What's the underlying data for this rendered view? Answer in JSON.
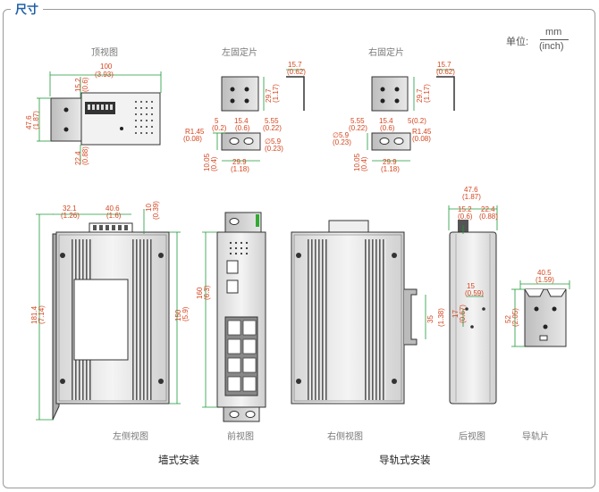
{
  "section_title": "尺寸",
  "unit": {
    "label": "单位:",
    "primary": "mm",
    "secondary": "(inch)"
  },
  "view_labels": {
    "top": "顶视图",
    "left_bracket": "左固定片",
    "right_bracket": "右固定片",
    "left_side": "左侧视图",
    "front": "前视图",
    "right_side": "右侧视图",
    "rear": "后视图",
    "rail": "导轨片"
  },
  "captions": {
    "wall": "墙式安装",
    "din": "导轨式安装"
  },
  "dims": {
    "top_w": "100",
    "top_w_in": "(3.93)",
    "top_h": "47.6",
    "top_h_in": "(1.87)",
    "top_a": "15.2",
    "top_a_in": "(0.6)",
    "top_b": "22.4",
    "top_b_in": "(0.88)",
    "lb_t": "15.7",
    "lb_t_in": "(0.62)",
    "lb_h": "29.7",
    "lb_h_in": "(1.17)",
    "lb_r": "R1.45",
    "lb_r_in": "(0.08)",
    "lb_a": "5",
    "lb_a_in": "(0.2)",
    "lb_b": "15.4",
    "lb_b_in": "(0.6)",
    "lb_c": "5.55",
    "lb_c_in": "(0.22)",
    "lb_d": "∅5.9",
    "lb_d_in": "(0.23)",
    "lb_e": "10.05",
    "lb_e_in": "(0.4)",
    "lb_w": "29.9",
    "lb_w_in": "(1.18)",
    "rb_t": "15.7",
    "rb_t_in": "(0.62)",
    "rb_h": "29.7",
    "rb_h_in": "(1.17)",
    "rb_c": "5.55",
    "rb_c_in": "(0.22)",
    "rb_b": "15.4",
    "rb_b_in": "(0.6)",
    "rb_a": "5(0.2)",
    "rb_r": "R1.45",
    "rb_r_in": "(0.08)",
    "rb_d": "∅5.9",
    "rb_d_in": "(0.23)",
    "rb_e": "10.05",
    "rb_e_in": "(0.4)",
    "rb_w": "29.9",
    "rb_w_in": "(1.18)",
    "ls_a": "32.1",
    "ls_a_in": "(1.26)",
    "ls_b": "40.6",
    "ls_b_in": "(1.6)",
    "ls_c": "10",
    "ls_c_in": "(0.39)",
    "ls_h": "181.4",
    "ls_h_in": "(7.14)",
    "ls_i": "150",
    "ls_i_in": "(5.9)",
    "fr_h": "160",
    "fr_h_in": "(6.3)",
    "rs_h": "35",
    "rs_h_in": "(1.38)",
    "rv_w": "47.6",
    "rv_w_in": "(1.87)",
    "rv_a": "15.2",
    "rv_a_in": "(0.6)",
    "rv_b": "22.4",
    "rv_b_in": "(0.88)",
    "rv_c": "15",
    "rv_c_in": "(0.59)",
    "rv_d": "17",
    "rv_d_in": "(0.67)",
    "rl_w": "40.5",
    "rl_w_in": "(1.59)",
    "rl_h": "52",
    "rl_h_in": "(2.05)"
  }
}
